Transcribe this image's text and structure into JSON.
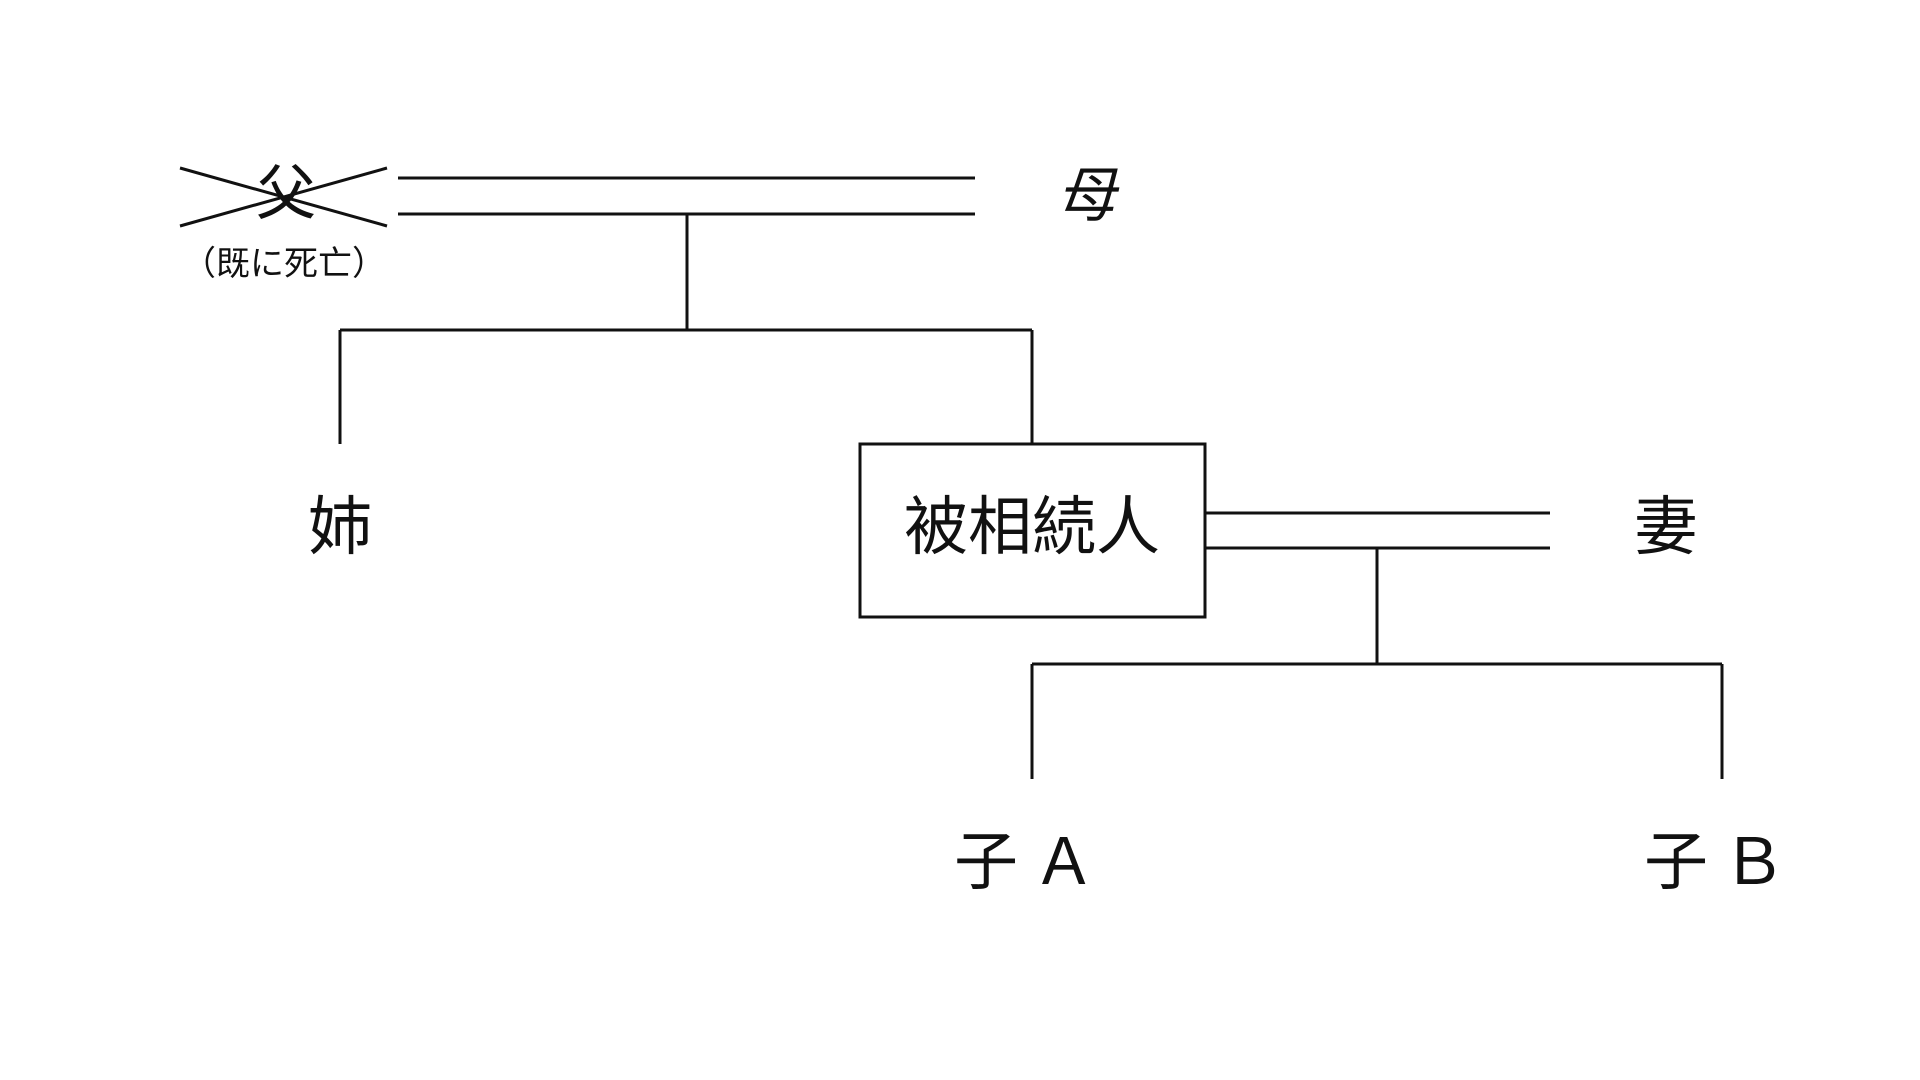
{
  "people": {
    "father": "父",
    "father_note": "（既に死亡）",
    "mother": "母",
    "sister": "姉",
    "decedent": "被相続人",
    "wife": "妻",
    "child_a": "子Ａ",
    "child_b": "子Ｂ"
  },
  "father_status": "deceased",
  "colors": {
    "line": "#111111",
    "background": "#ffffff"
  }
}
